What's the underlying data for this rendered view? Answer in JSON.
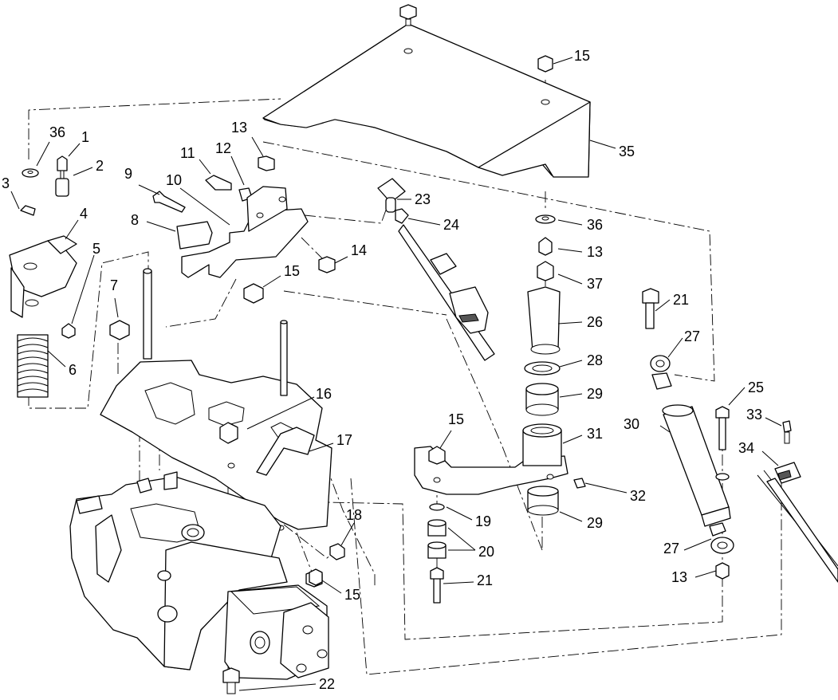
{
  "callouts": [
    {
      "id": "c36a",
      "text": "36"
    },
    {
      "id": "c1",
      "text": "1"
    },
    {
      "id": "c2",
      "text": "2"
    },
    {
      "id": "c3",
      "text": "3"
    },
    {
      "id": "c4",
      "text": "4"
    },
    {
      "id": "c5",
      "text": "5"
    },
    {
      "id": "c6",
      "text": "6"
    },
    {
      "id": "c7",
      "text": "7"
    },
    {
      "id": "c8",
      "text": "8"
    },
    {
      "id": "c9",
      "text": "9"
    },
    {
      "id": "c10",
      "text": "10"
    },
    {
      "id": "c11",
      "text": "11"
    },
    {
      "id": "c12",
      "text": "12"
    },
    {
      "id": "c13a",
      "text": "13"
    },
    {
      "id": "c14",
      "text": "14"
    },
    {
      "id": "c15a",
      "text": "15"
    },
    {
      "id": "c15b",
      "text": "15"
    },
    {
      "id": "c15c",
      "text": "15"
    },
    {
      "id": "c15d",
      "text": "15"
    },
    {
      "id": "c16",
      "text": "16"
    },
    {
      "id": "c17",
      "text": "17"
    },
    {
      "id": "c18",
      "text": "18"
    },
    {
      "id": "c19",
      "text": "19"
    },
    {
      "id": "c20",
      "text": "20"
    },
    {
      "id": "c21a",
      "text": "21"
    },
    {
      "id": "c21b",
      "text": "21"
    },
    {
      "id": "c22",
      "text": "22"
    },
    {
      "id": "c23",
      "text": "23"
    },
    {
      "id": "c24",
      "text": "24"
    },
    {
      "id": "c25",
      "text": "25"
    },
    {
      "id": "c26",
      "text": "26"
    },
    {
      "id": "c27a",
      "text": "27"
    },
    {
      "id": "c27b",
      "text": "27"
    },
    {
      "id": "c28",
      "text": "28"
    },
    {
      "id": "c29a",
      "text": "29"
    },
    {
      "id": "c29b",
      "text": "29"
    },
    {
      "id": "c30",
      "text": "30"
    },
    {
      "id": "c31",
      "text": "31"
    },
    {
      "id": "c32",
      "text": "32"
    },
    {
      "id": "c33",
      "text": "33"
    },
    {
      "id": "c34",
      "text": "34"
    },
    {
      "id": "c35",
      "text": "35"
    },
    {
      "id": "c36b",
      "text": "36"
    },
    {
      "id": "c13b",
      "text": "13"
    },
    {
      "id": "c37",
      "text": "37"
    },
    {
      "id": "c13c",
      "text": "13"
    }
  ]
}
